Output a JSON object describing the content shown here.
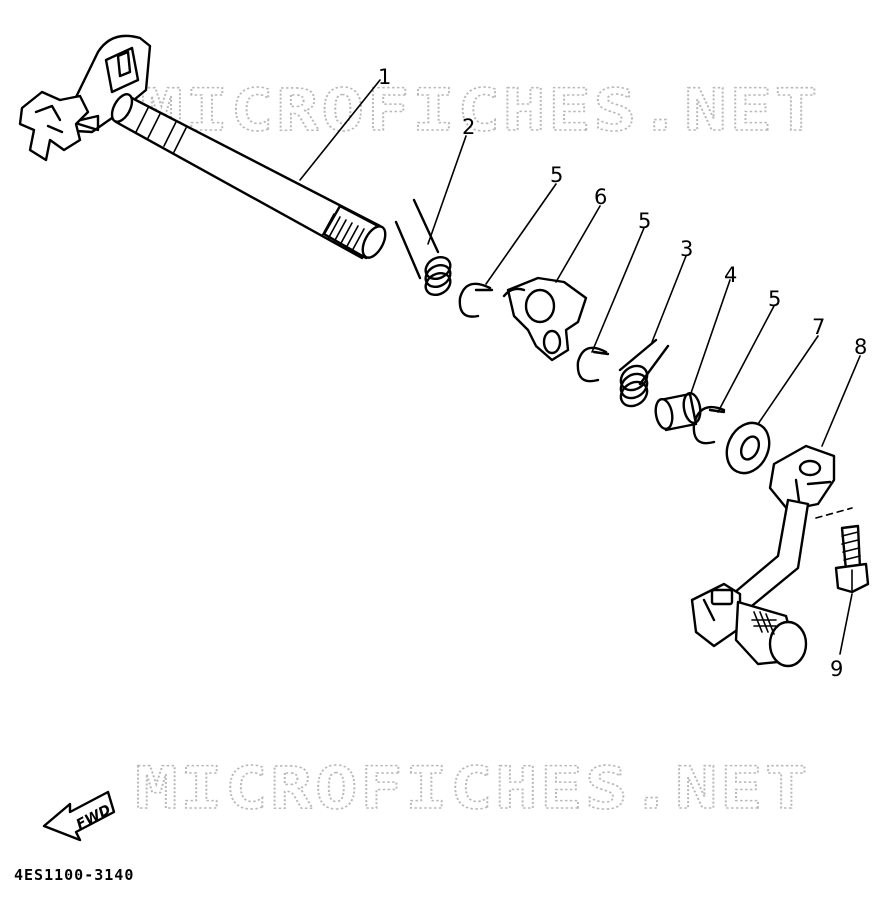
{
  "watermark": {
    "text_top": "MICROFICHES.NET",
    "text_bottom": "MICROFICHES.NET"
  },
  "callouts": {
    "n1": "1",
    "n2": "2",
    "n3": "3",
    "n4": "4",
    "n5a": "5",
    "n5b": "5",
    "n5c": "5",
    "n6": "6",
    "n7": "7",
    "n8": "8",
    "n9": "9"
  },
  "fwd_badge": "FWD",
  "drawing_code": "4ES1100-3140"
}
